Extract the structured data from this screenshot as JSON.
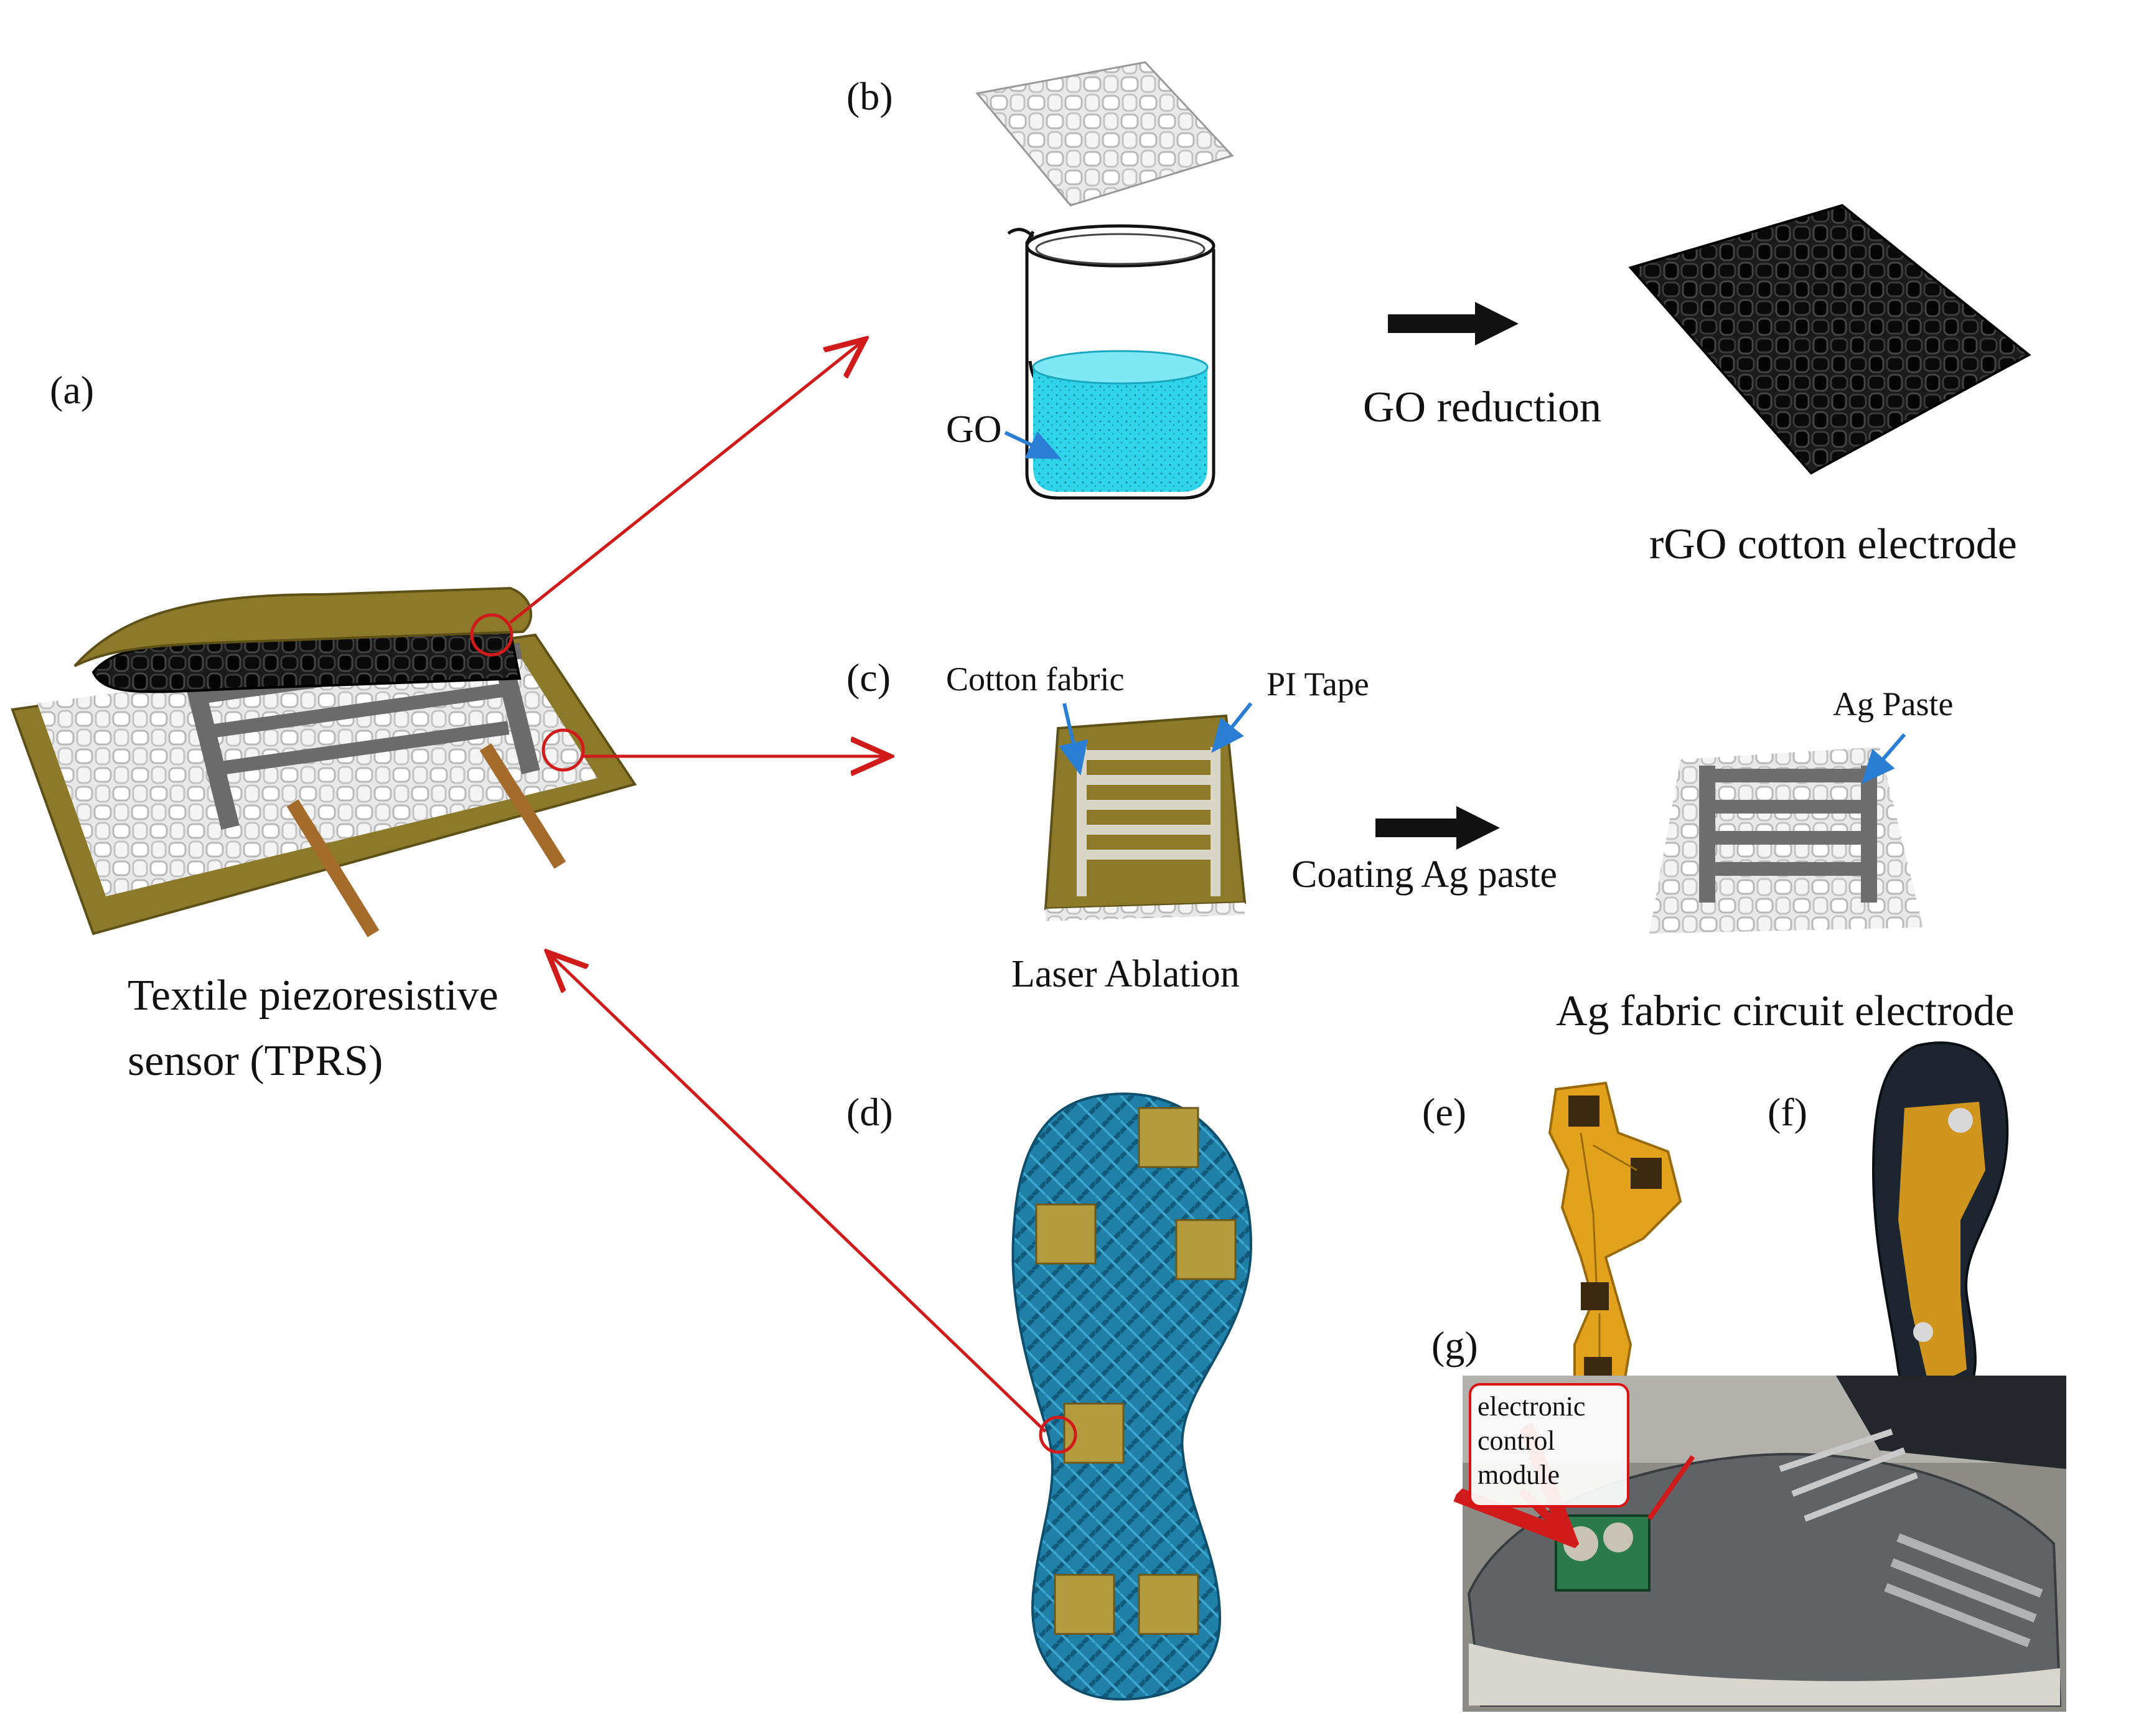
{
  "panels": {
    "a": "(a)",
    "b": "(b)",
    "c": "(c)",
    "d": "(d)",
    "e": "(e)",
    "f": "(f)",
    "g": "(g)"
  },
  "panel_a": {
    "caption_line1": "Textile piezoresistive",
    "caption_line2": "sensor (TPRS)"
  },
  "panel_b": {
    "solution_label": "GO",
    "arrow_label": "GO reduction",
    "result_label": "rGO cotton electrode"
  },
  "panel_c": {
    "fabric_label": "Cotton fabric",
    "tape_label": "PI Tape",
    "step_label": "Laser Ablation",
    "arrow_label": "Coating  Ag paste",
    "paste_label": "Ag Paste",
    "result_label": "Ag fabric circuit electrode"
  },
  "panel_g": {
    "callout_line1": "electronic",
    "callout_line2": "control",
    "callout_line3": "module"
  },
  "colors": {
    "annotation_red": "#d11a1a",
    "blue_pointer": "#2a7fd4",
    "liquid": "#2fd3ea",
    "insole_blue": "#1f7fa6",
    "pi_tape": "#8c7a2a",
    "flex_pcb": "#e3a21b"
  }
}
